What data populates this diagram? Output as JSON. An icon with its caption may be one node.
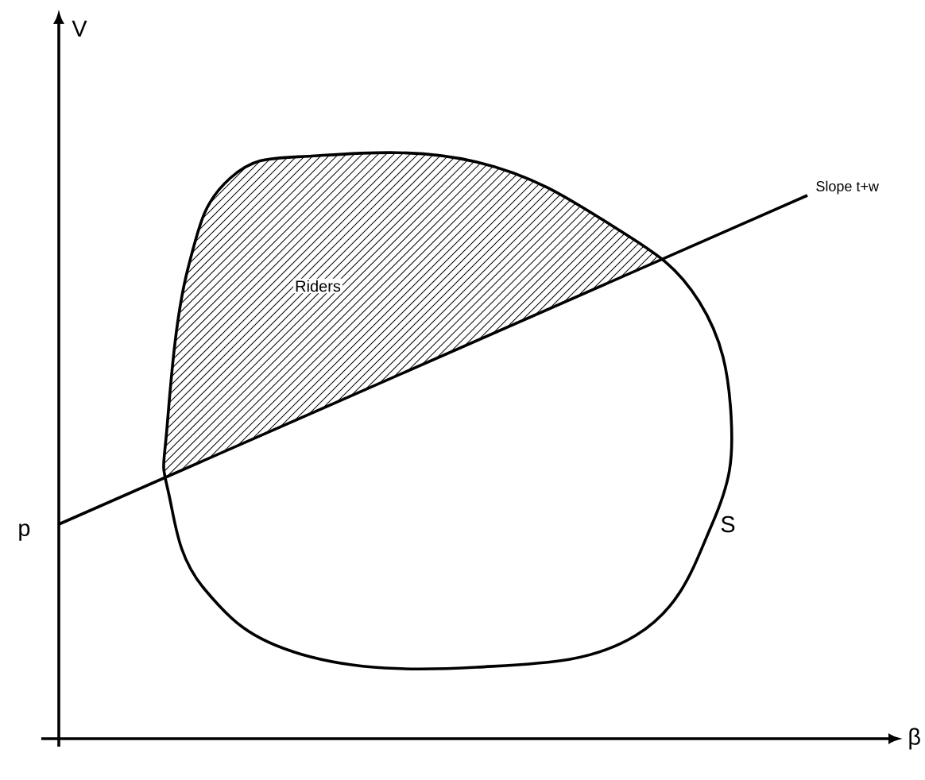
{
  "diagram": {
    "labels": [
      "V",
      "β",
      "p",
      "S",
      "Slope t+w",
      "Riders"
    ]
  }
}
